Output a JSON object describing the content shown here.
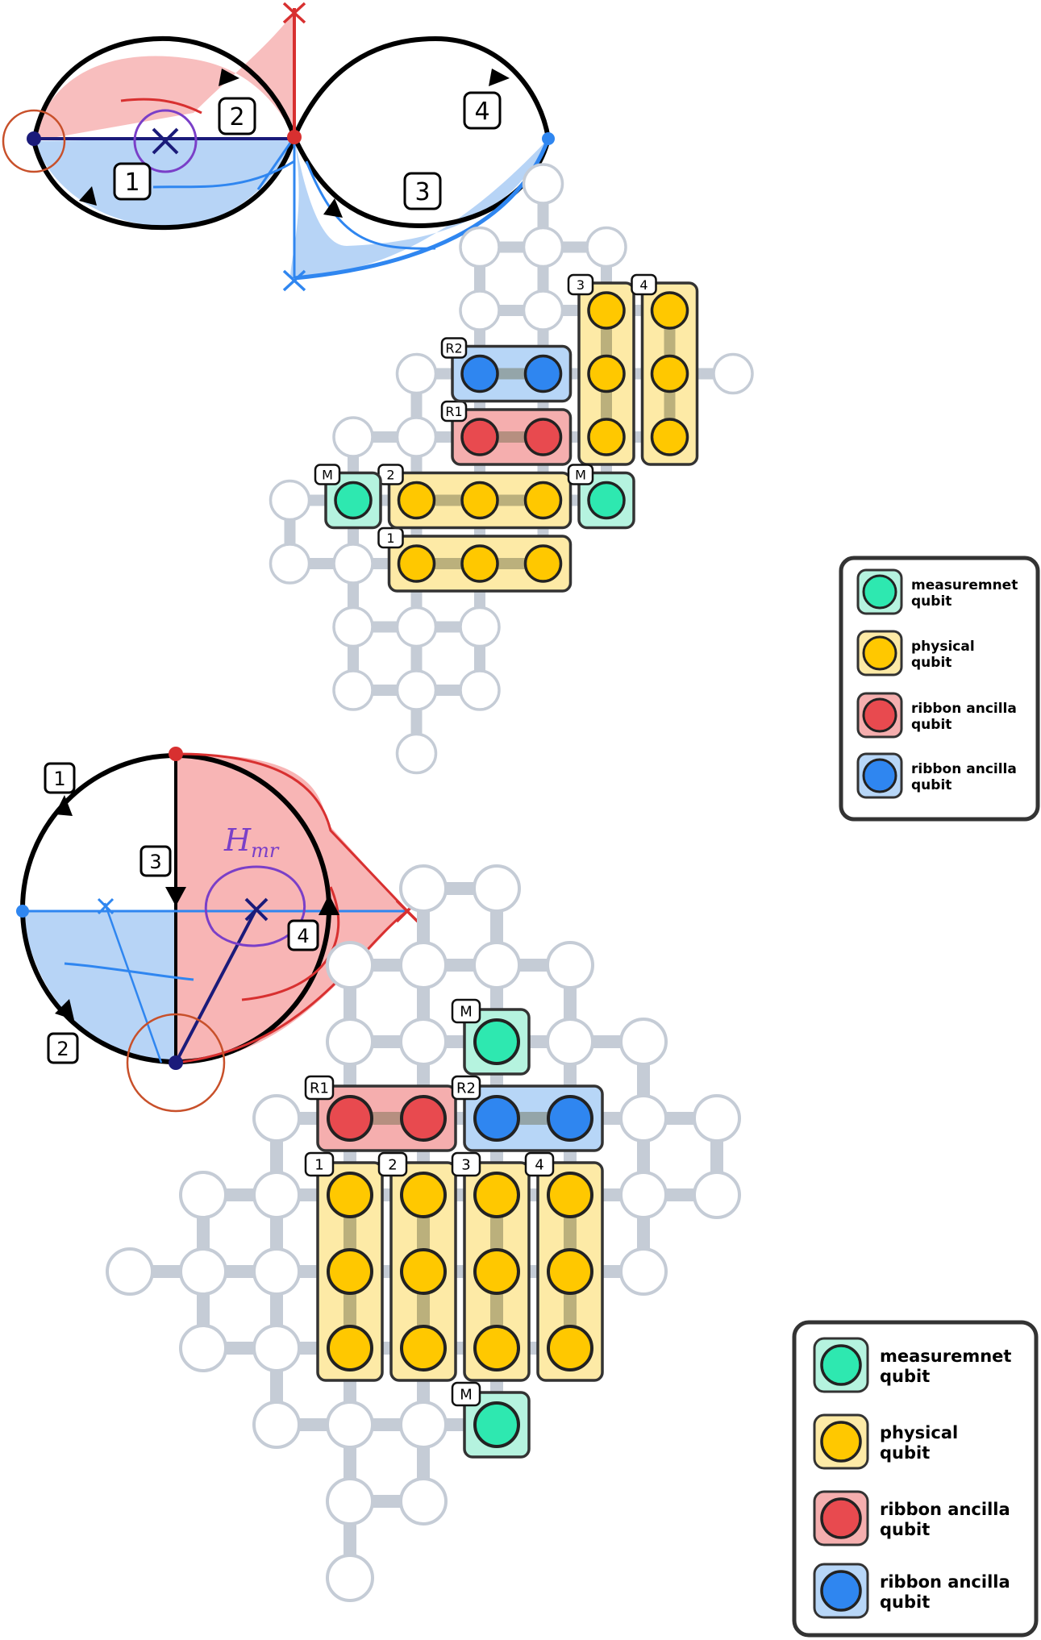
{
  "top_diagram": {
    "step_labels": [
      "1",
      "2",
      "3",
      "4"
    ]
  },
  "bottom_diagram": {
    "step_labels": [
      "1",
      "2",
      "3",
      "4"
    ],
    "hamiltonian_label": "H",
    "hamiltonian_sub": "mr"
  },
  "lattice_top": {
    "group_labels": [
      "1",
      "2",
      "3",
      "4",
      "R1",
      "R2",
      "M",
      "M"
    ]
  },
  "lattice_bottom": {
    "group_labels": [
      "1",
      "2",
      "3",
      "4",
      "R1",
      "R2",
      "M",
      "M"
    ]
  },
  "legend": {
    "items": [
      {
        "key": "measurement",
        "line1": "measuremnet",
        "line2": "qubit",
        "fill": "#2ee8b0",
        "box": "#b5f3df"
      },
      {
        "key": "physical",
        "line1": "physical",
        "line2": "qubit",
        "fill": "#ffc800",
        "box": "#fdeaa6"
      },
      {
        "key": "ribbon-red",
        "line1": "ribbon ancilla",
        "line2": "qubit",
        "fill": "#e84a4f",
        "box": "#f5aeae"
      },
      {
        "key": "ribbon-blue",
        "line1": "ribbon ancilla",
        "line2": "qubit",
        "fill": "#2f86f0",
        "box": "#b7d6f7"
      }
    ]
  },
  "colors": {
    "lattice": "#c5ccd6",
    "physical": "#ffc800",
    "measurement": "#2ee8b0",
    "ribbon_red": "#e84a4f",
    "ribbon_blue": "#2f86f0",
    "hamiltonian": "#7a3fc8"
  }
}
